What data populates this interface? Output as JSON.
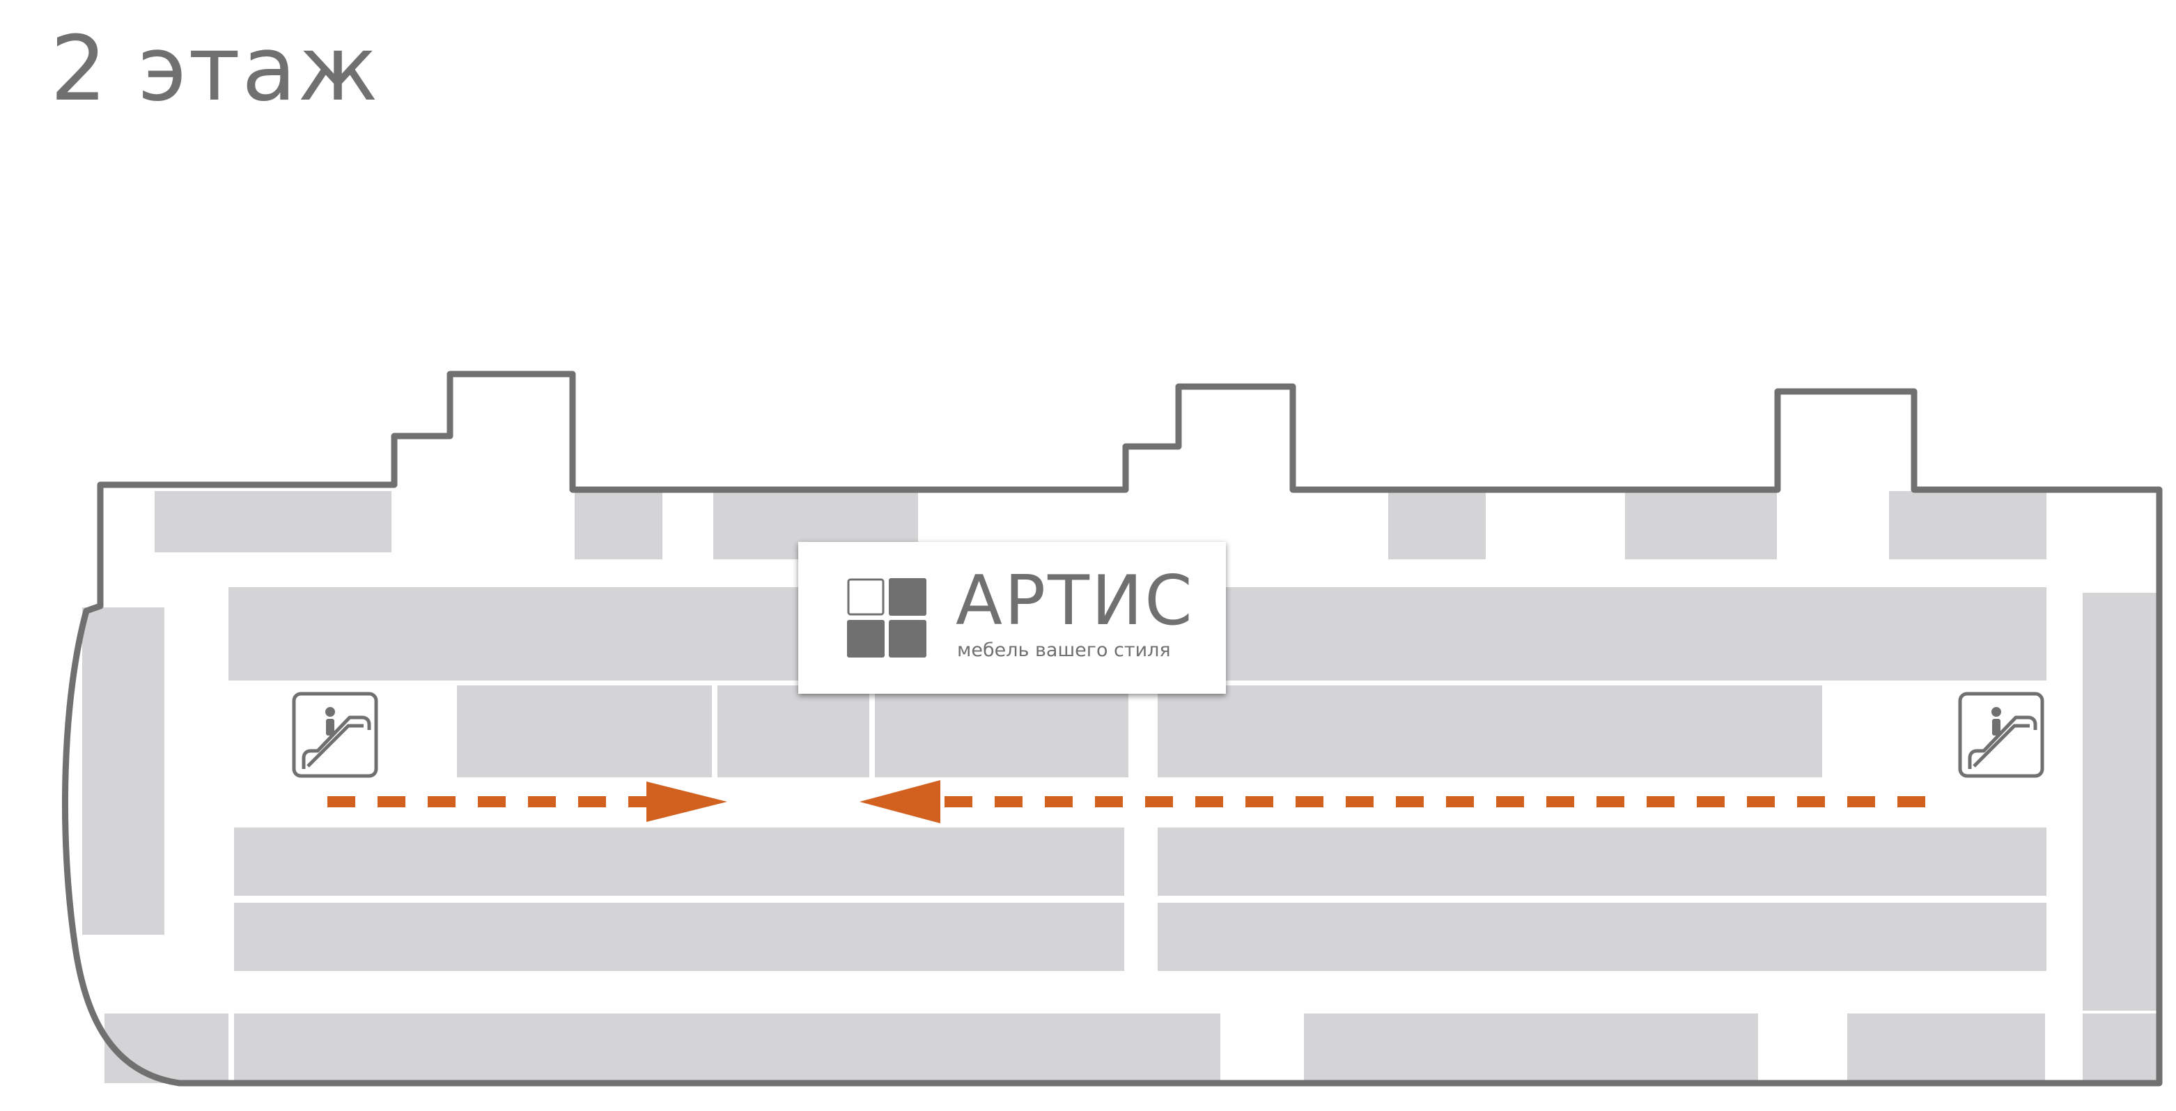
{
  "floor": {
    "title": "2 этаж"
  },
  "store": {
    "name": "АРТИС",
    "tagline": "мебель вашего стиля"
  },
  "colors": {
    "outline": "#707070",
    "store_block": "#d4d4d6",
    "highlight": "#a6cd3a",
    "route": "#d2601f"
  },
  "icons": {
    "escalator_left": "escalator-icon",
    "escalator_right": "escalator-icon",
    "logo": "four-squares-icon"
  }
}
